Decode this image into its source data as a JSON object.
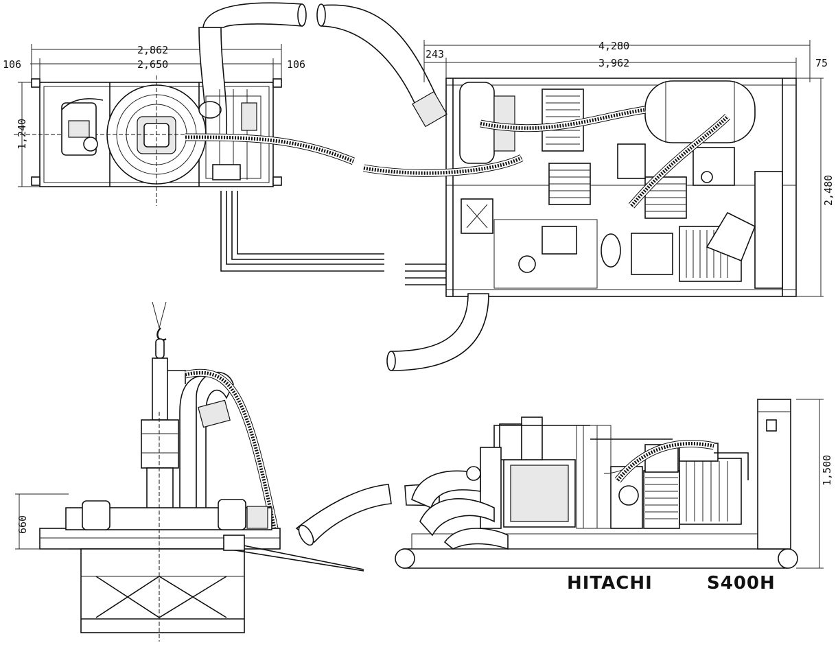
{
  "dimensions": {
    "top_overall_width": "2,862",
    "top_frame_width": "2,650",
    "top_left_offset": "106",
    "top_right_offset": "106",
    "top_height": "1,240",
    "plan_overall_length": "4,280",
    "plan_frame_length": "3,962",
    "plan_left_offset": "243",
    "plan_right_offset": "75",
    "plan_depth": "2,480",
    "side_height": "1,500",
    "pump_base_height": "660"
  },
  "labels": {
    "brand": "HITACHI",
    "model": "S400H"
  }
}
